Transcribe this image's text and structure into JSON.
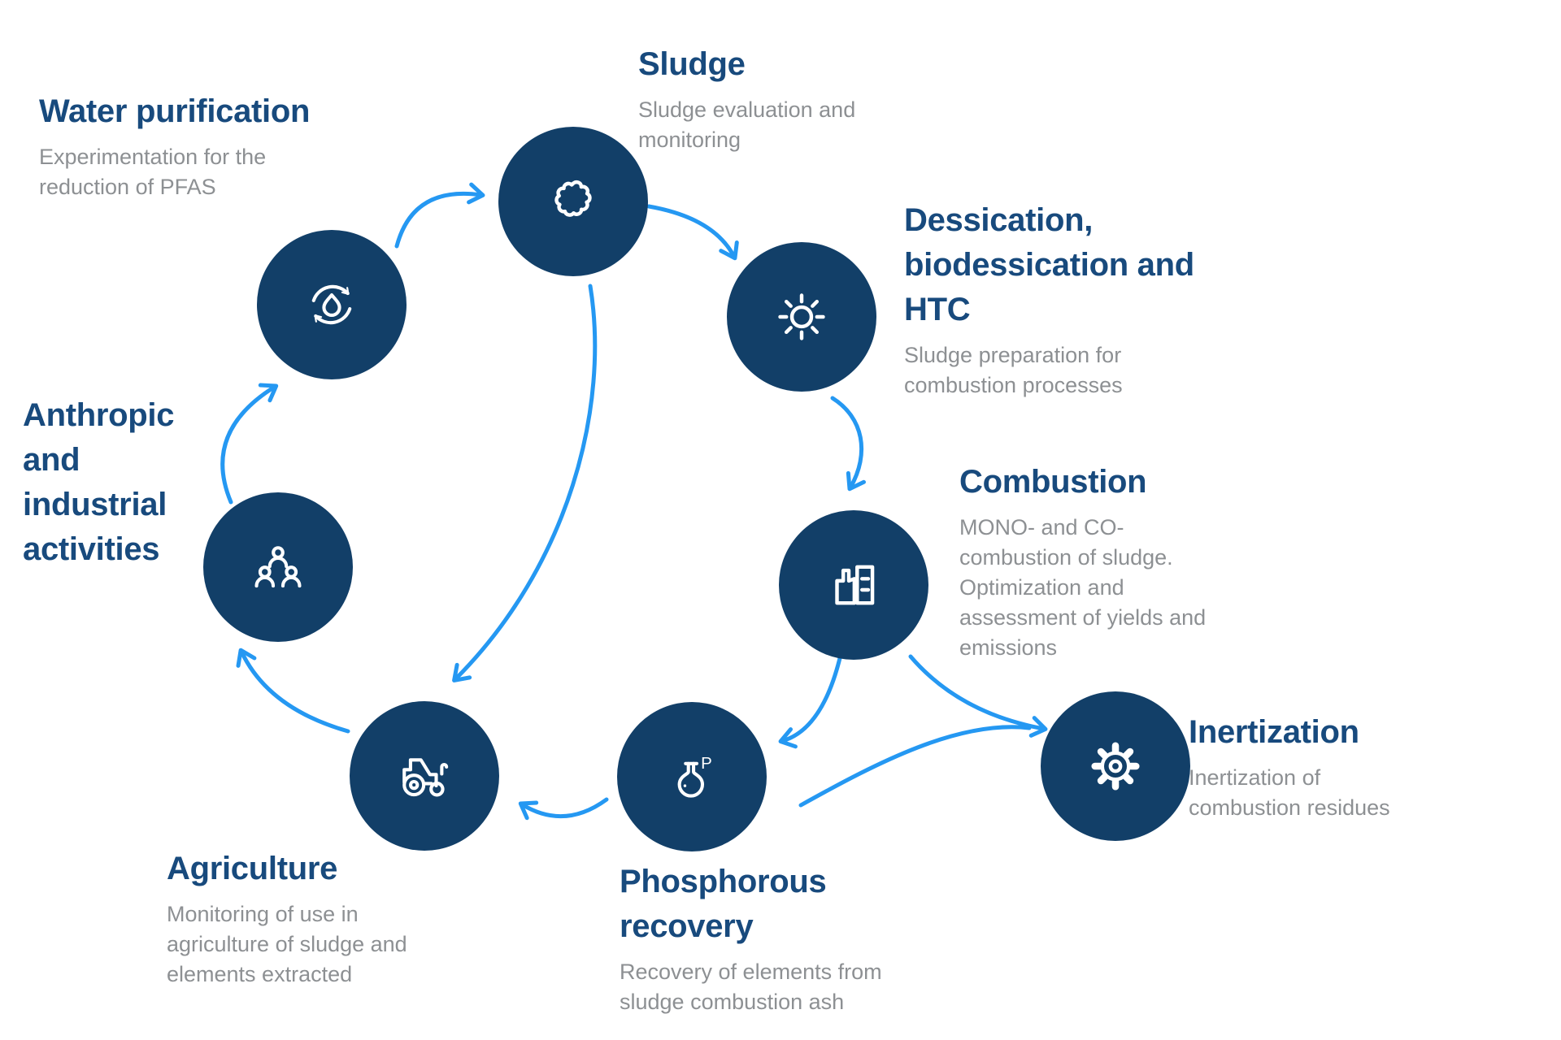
{
  "palette": {
    "background": "#FFFFFF",
    "circle_fill": "#123F68",
    "heading_color": "#184A7D",
    "description_color": "#8D9093",
    "arrow_color": "#2598F2",
    "icon_stroke": "#FFFFFF"
  },
  "nodes": {
    "sludge": {
      "title": "Sludge",
      "description": "Sludge evaluation and\nmonitoring",
      "icon": "sludge-blob-icon"
    },
    "dessication": {
      "title": "Dessication,\nbiodessication and\nHTC",
      "description": "Sludge preparation for\ncombustion processes",
      "icon": "sun-icon"
    },
    "combustion": {
      "title": "Combustion",
      "description": "MONO- and CO-\ncombustion of sludge.\nOptimization and\nassessment of yields and\nemissions",
      "icon": "factory-icon"
    },
    "inertization": {
      "title": "Inertization",
      "description": "Inertization of\ncombustion residues",
      "icon": "gear-icon"
    },
    "phosphorous": {
      "title": "Phosphorous\nrecovery",
      "description": "Recovery of elements from\nsludge combustion ash",
      "icon": "flask-phosphorus-icon"
    },
    "agriculture": {
      "title": "Agriculture",
      "description": "Monitoring of use in\nagriculture of sludge and\nelements extracted",
      "icon": "tractor-icon"
    },
    "anthropic": {
      "title": "Anthropic\nand\nindustrial\nactivities",
      "description": "",
      "icon": "people-icon"
    },
    "water": {
      "title": "Water purification",
      "description": "Experimentation for the\nreduction of PFAS",
      "icon": "water-recycle-icon"
    }
  },
  "flow": [
    {
      "from": "anthropic",
      "to": "water"
    },
    {
      "from": "water",
      "to": "sludge"
    },
    {
      "from": "sludge",
      "to": "dessication"
    },
    {
      "from": "sludge",
      "to": "agriculture"
    },
    {
      "from": "dessication",
      "to": "combustion"
    },
    {
      "from": "combustion",
      "to": "phosphorous"
    },
    {
      "from": "combustion",
      "to": "inertization"
    },
    {
      "from": "phosphorous",
      "to": "inertization"
    },
    {
      "from": "phosphorous",
      "to": "agriculture"
    },
    {
      "from": "agriculture",
      "to": "anthropic"
    }
  ]
}
